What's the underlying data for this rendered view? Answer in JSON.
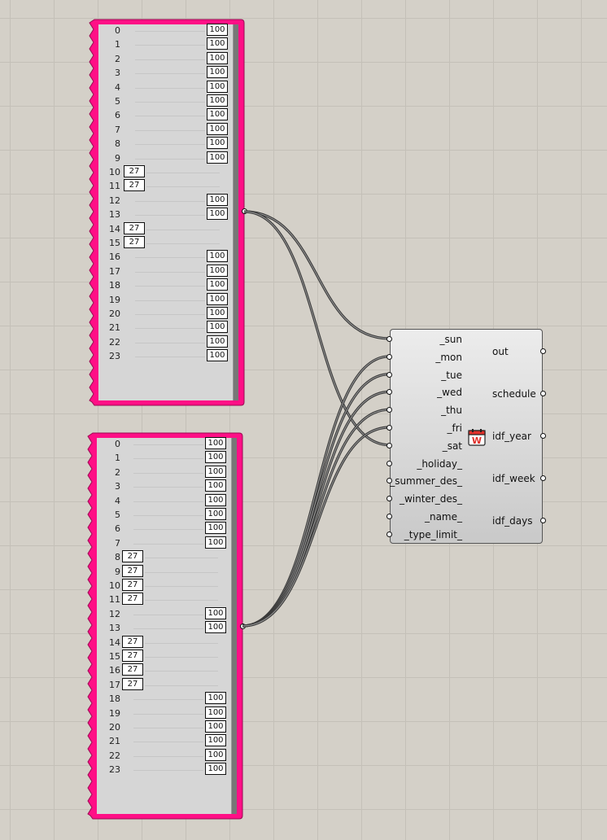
{
  "graph_top": {
    "indices": [
      "0",
      "1",
      "2",
      "3",
      "4",
      "5",
      "6",
      "7",
      "8",
      "9",
      "10",
      "11",
      "12",
      "13",
      "14",
      "15",
      "16",
      "17",
      "18",
      "19",
      "20",
      "21",
      "22",
      "23"
    ],
    "values": [
      "100",
      "100",
      "100",
      "100",
      "100",
      "100",
      "100",
      "100",
      "100",
      "100",
      "27",
      "27",
      "100",
      "100",
      "27",
      "27",
      "100",
      "100",
      "100",
      "100",
      "100",
      "100",
      "100",
      "100"
    ]
  },
  "graph_bottom": {
    "indices": [
      "0",
      "1",
      "2",
      "3",
      "4",
      "5",
      "6",
      "7",
      "8",
      "9",
      "10",
      "11",
      "12",
      "13",
      "14",
      "15",
      "16",
      "17",
      "18",
      "19",
      "20",
      "21",
      "22",
      "23"
    ],
    "values": [
      "100",
      "100",
      "100",
      "100",
      "100",
      "100",
      "100",
      "100",
      "27",
      "27",
      "27",
      "27",
      "100",
      "100",
      "27",
      "27",
      "27",
      "27",
      "100",
      "100",
      "100",
      "100",
      "100",
      "100"
    ]
  },
  "component": {
    "icon": "calendar-w-icon",
    "icon_letter": "W",
    "accent_color": "#e0302a",
    "inputs": [
      "_sun",
      "_mon",
      "_tue",
      "_wed",
      "_thu",
      "_fri",
      "_sat",
      "_holiday_",
      "_summer_des_",
      "_winter_des_",
      "_name_",
      "_type_limit_"
    ],
    "outputs": [
      "out",
      "schedule",
      "idf_year",
      "idf_week",
      "idf_days"
    ]
  },
  "colors": {
    "panel_pink": "#ff0f86",
    "canvas_bg": "#d4d0c8",
    "wire": "#3a3a3a"
  }
}
